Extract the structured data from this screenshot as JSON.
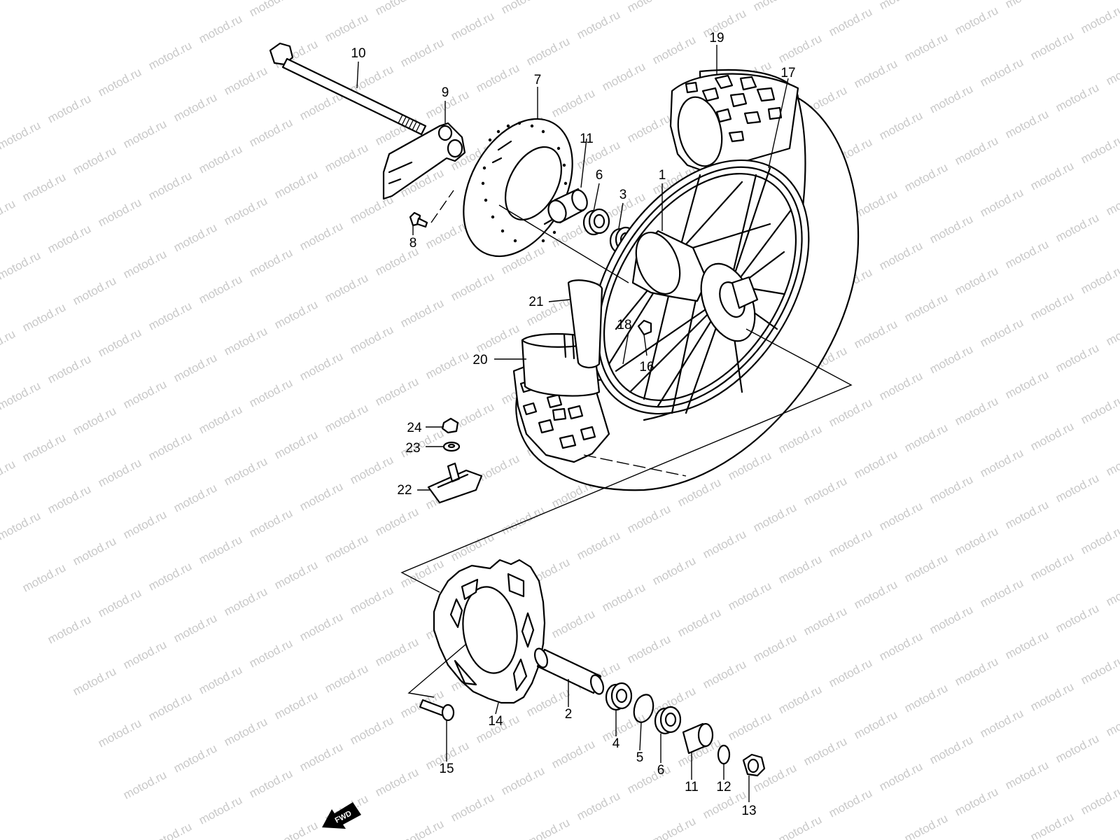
{
  "watermark": "motod.ru",
  "fwd_label": "FWD",
  "callouts": [
    {
      "id": "c1",
      "text": "1"
    },
    {
      "id": "c2",
      "text": "2"
    },
    {
      "id": "c3",
      "text": "3"
    },
    {
      "id": "c4",
      "text": "4"
    },
    {
      "id": "c5",
      "text": "5"
    },
    {
      "id": "c6a",
      "text": "6"
    },
    {
      "id": "c6b",
      "text": "6"
    },
    {
      "id": "c7",
      "text": "7"
    },
    {
      "id": "c8",
      "text": "8"
    },
    {
      "id": "c9",
      "text": "9"
    },
    {
      "id": "c10",
      "text": "10"
    },
    {
      "id": "c11a",
      "text": "11"
    },
    {
      "id": "c11b",
      "text": "11"
    },
    {
      "id": "c12",
      "text": "12"
    },
    {
      "id": "c13",
      "text": "13"
    },
    {
      "id": "c14",
      "text": "14"
    },
    {
      "id": "c15",
      "text": "15"
    },
    {
      "id": "c16",
      "text": "16"
    },
    {
      "id": "c17",
      "text": "17"
    },
    {
      "id": "c18",
      "text": "18"
    },
    {
      "id": "c19",
      "text": "19"
    },
    {
      "id": "c20",
      "text": "20"
    },
    {
      "id": "c21",
      "text": "21"
    },
    {
      "id": "c22",
      "text": "22"
    },
    {
      "id": "c23",
      "text": "23"
    },
    {
      "id": "c24",
      "text": "24"
    }
  ]
}
